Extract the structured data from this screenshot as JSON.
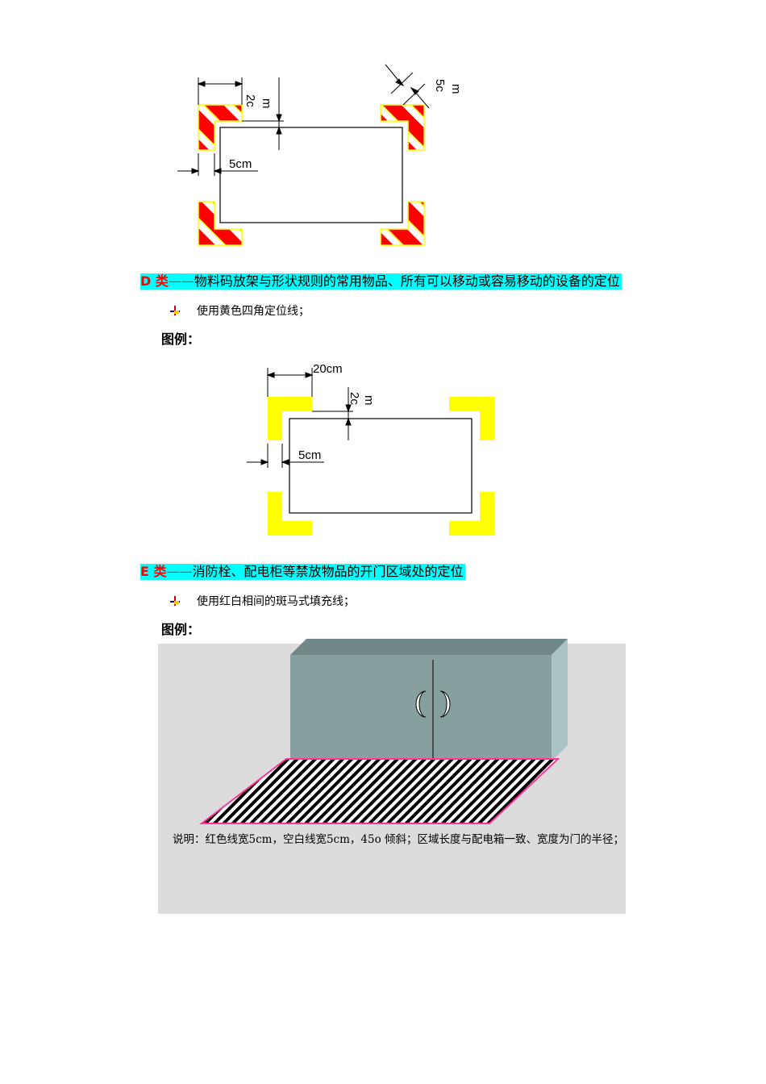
{
  "figure_top": {
    "dim_2cm": "2c\nm",
    "dim_2cm_a": "2c",
    "dim_2cm_b": "m",
    "dim_5cm_diag_a": "5c",
    "dim_5cm_diag_b": "m",
    "dim_5cm": "5cm",
    "colors": {
      "stripe_red": "#ff0000",
      "stripe_yellow": "#ffff00"
    }
  },
  "section_d": {
    "class_label": "D 类",
    "separator": "——",
    "title": "物料码放架与形状规则的常用物品、所有可以移动或容易移动的设备的定位",
    "bullet": "使用黄色四角定位线；",
    "legend": "图例："
  },
  "figure_d": {
    "dim_20cm": "20cm",
    "dim_2cm_a": "2c",
    "dim_2cm_b": "m",
    "dim_5cm": "5cm",
    "colors": {
      "corner_yellow": "#ffff00"
    }
  },
  "section_e": {
    "class_label": "E 类",
    "separator": "——",
    "title": "消防栓、配电柜等禁放物品的开门区域处的定位",
    "bullet": "使用红白相间的斑马式填充线；",
    "legend": "图例："
  },
  "figure_e": {
    "note": "说明：红色线宽5cm，空白线宽5cm，45o 倾斜；区域长度与配电箱一致、宽度为门的半径；",
    "colors": {
      "floor": "#dcdcdc",
      "cabinet_front": "#86a0a0",
      "cabinet_side": "#a8c4c4",
      "cabinet_top": "#708888",
      "hatch_border": "#ff3399"
    }
  }
}
